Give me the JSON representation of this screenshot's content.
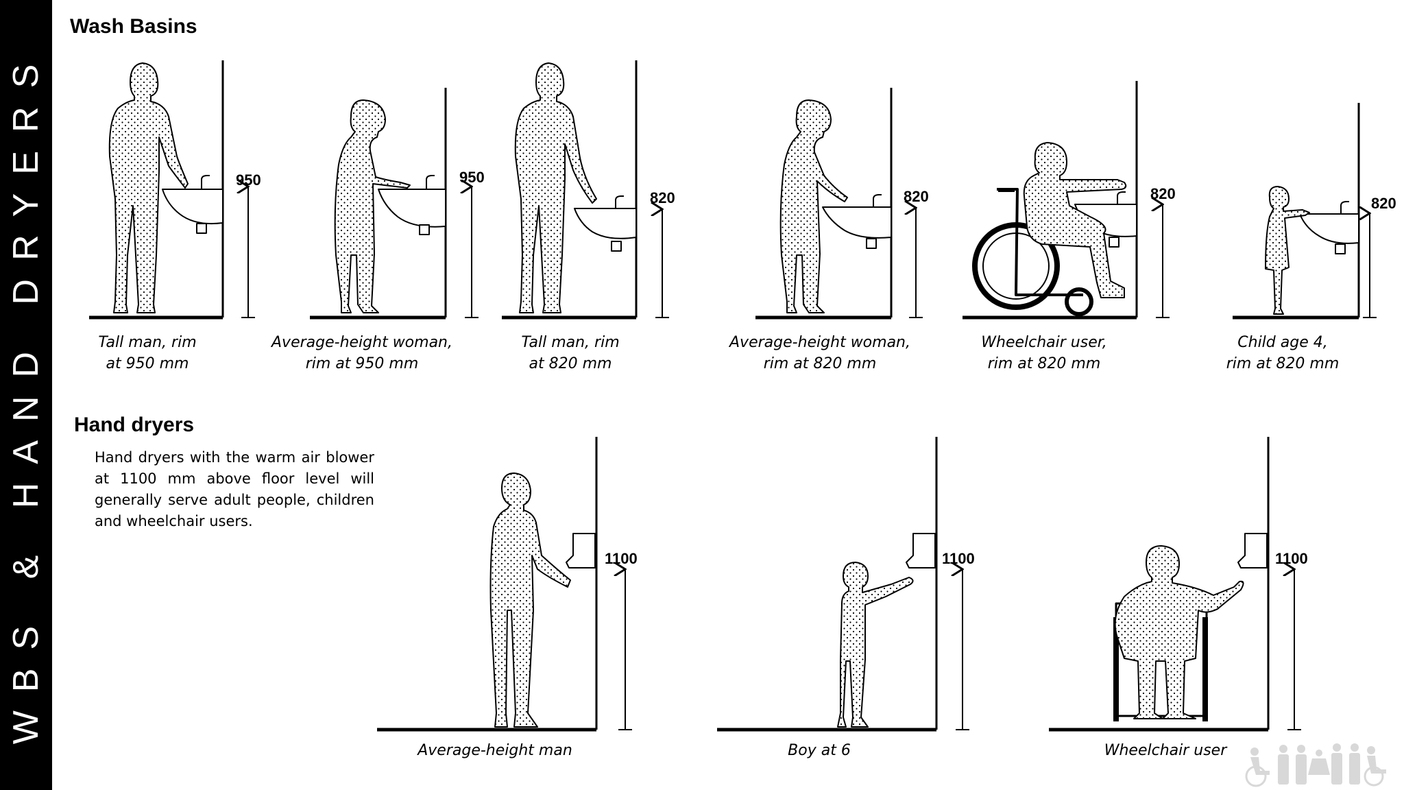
{
  "side_title": "WBS & HAND DRYERS",
  "wash_basins": {
    "heading": "Wash Basins",
    "panels": [
      {
        "height_label": "950",
        "caption_line1": "Tall man, rim",
        "caption_line2": "at 950 mm"
      },
      {
        "height_label": "950",
        "caption_line1": "Average-height woman,",
        "caption_line2": "rim at 950 mm"
      },
      {
        "height_label": "820",
        "caption_line1": "Tall man, rim",
        "caption_line2": "at 820 mm"
      },
      {
        "height_label": "820",
        "caption_line1": "Average-height woman,",
        "caption_line2": "rim at 820 mm"
      },
      {
        "height_label": "820",
        "caption_line1": "Wheelchair user,",
        "caption_line2": "rim at 820 mm"
      },
      {
        "height_label": "820",
        "caption_line1": "Child age 4,",
        "caption_line2": "rim at 820 mm"
      }
    ]
  },
  "hand_dryers": {
    "heading": "Hand dryers",
    "description": "Hand dryers with the warm air blower at 1100 mm above floor level will generally serve adult people, children and wheelchair users.",
    "panels": [
      {
        "height_label": "1100",
        "caption": "Average-height man"
      },
      {
        "height_label": "1100",
        "caption": "Boy at 6"
      },
      {
        "height_label": "1100",
        "caption": "Wheelchair user"
      }
    ]
  },
  "icons": [
    "wheelchair-user-icon",
    "person-icon"
  ]
}
